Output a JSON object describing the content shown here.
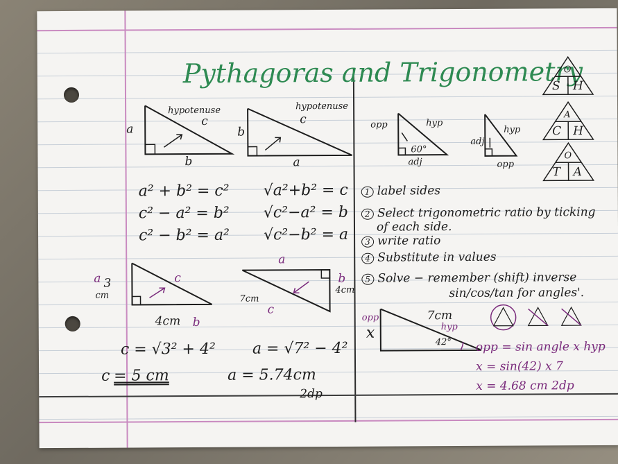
{
  "title": "Pythagoras and Trigonometry",
  "left": {
    "tri1": {
      "hyp_label": "hypotenuse",
      "side_a": "a",
      "side_b": "b",
      "side_c": "c"
    },
    "tri2": {
      "hyp_label": "hypotenuse",
      "side_b": "b",
      "side_a": "a",
      "side_c": "c"
    },
    "formulas_left": [
      "a² + b² = c²",
      "c² − a² = b²",
      "c² − b² = a²"
    ],
    "formulas_right": [
      "√a²+b² = c",
      "√c²−a² = b",
      "√c²−b² = a"
    ],
    "example1": {
      "side_label": "a",
      "side_value": "3",
      "side_unit": "cm",
      "hyp": "c",
      "base": "4cm",
      "base_letter": "b",
      "working": "c = √3² + 4²",
      "answer_lhs": "c",
      "answer": "= 5 cm"
    },
    "example2": {
      "top": "a",
      "hyp": "7cm",
      "hyp_letter": "c",
      "side": "4cm",
      "side_letter": "b",
      "working": "a = √7² − 4²",
      "answer": "a = 5.74cm",
      "note": "2dp"
    }
  },
  "right": {
    "tri1": {
      "opp": "opp",
      "hyp": "hyp",
      "adj": "adj",
      "angle": "60°"
    },
    "tri2": {
      "adj": "adj",
      "hyp": "hyp",
      "opp": "opp"
    },
    "soh": {
      "top": "O",
      "left": "S",
      "right": "H"
    },
    "cah": {
      "top": "A",
      "left": "C",
      "right": "H"
    },
    "toa": {
      "top": "O",
      "left": "T",
      "right": "A"
    },
    "steps": [
      {
        "num": "1",
        "text": "label sides"
      },
      {
        "num": "2",
        "text": "Select trigonometric ratio by ticking",
        "text2": "of each side."
      },
      {
        "num": "3",
        "text": "write ratio"
      },
      {
        "num": "4",
        "text": "Substitute in values"
      },
      {
        "num": "5",
        "text": "Solve − remember (shift) inverse",
        "text2": "sin/cos/tan for angles'."
      }
    ],
    "example": {
      "opp": "opp",
      "x": "x",
      "hyp_val": "7cm",
      "hyp": "hyp",
      "angle": "42°",
      "line1": "opp = sin angle x hyp",
      "line2": "x = sin(42) x 7",
      "line3": "x = 4.68 cm 2dp"
    }
  },
  "colors": {
    "title": "#2e8a52",
    "purple": "#7a2b7c",
    "margin": "#c98ac0",
    "ink": "#1d1d1d"
  }
}
